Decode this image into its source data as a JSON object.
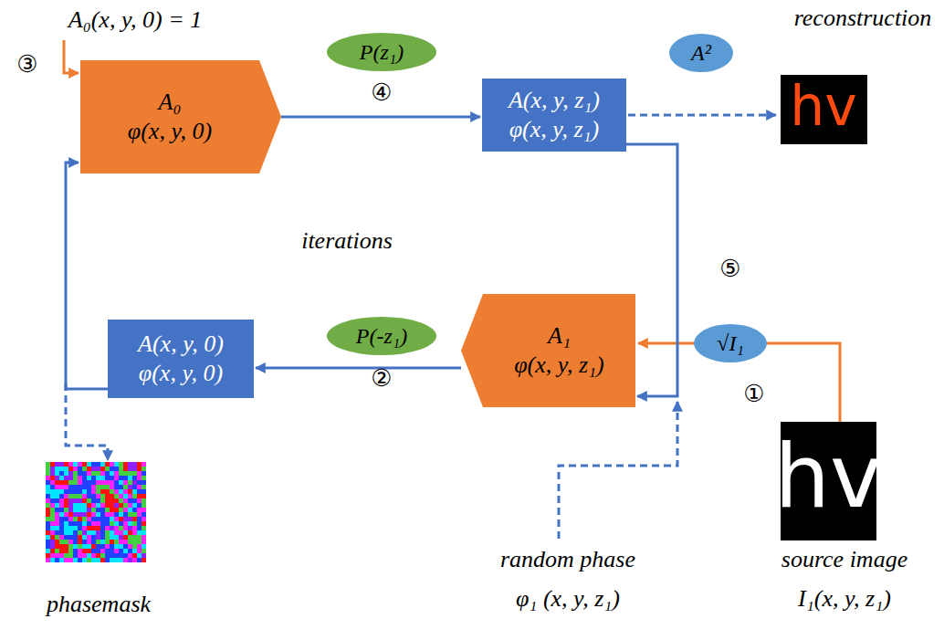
{
  "diagram": {
    "nodes": [
      {
        "text": [
          "A₀",
          "φ(x, y, 0)"
        ]
      },
      {
        "text": [
          "A(x, y, z₁)",
          "φ(x, y, z₁)"
        ]
      },
      {
        "text": [
          "A₁",
          "φ(x, y, z₁)"
        ]
      },
      {
        "text": [
          "A(x, y, 0)",
          "φ(x, y, 0)"
        ]
      },
      {
        "text": [
          "P(z₁)"
        ]
      },
      {
        "text": [
          "P(-z₁)"
        ]
      },
      {
        "text": [
          "A²"
        ]
      },
      {
        "text": [
          "√I₁"
        ]
      }
    ],
    "edges": [
      {
        "from": 0,
        "to": 1,
        "arrow": "to"
      },
      {
        "from": 1,
        "to": 2,
        "arrow": "to"
      },
      {
        "from": 2,
        "to": 3,
        "arrow": "to"
      },
      {
        "from": 3,
        "to": 0,
        "arrow": "to"
      }
    ],
    "labels": [
      "A₀(x, y, 0) = 1",
      "reconstruction",
      "③",
      "④",
      "iterations",
      "⑤",
      "②",
      "①",
      "phasemask",
      "random phase",
      "φ₁ (x, y, z₁)",
      "source image",
      "I₁(x, y, z₁)",
      "hv",
      "hv"
    ]
  }
}
